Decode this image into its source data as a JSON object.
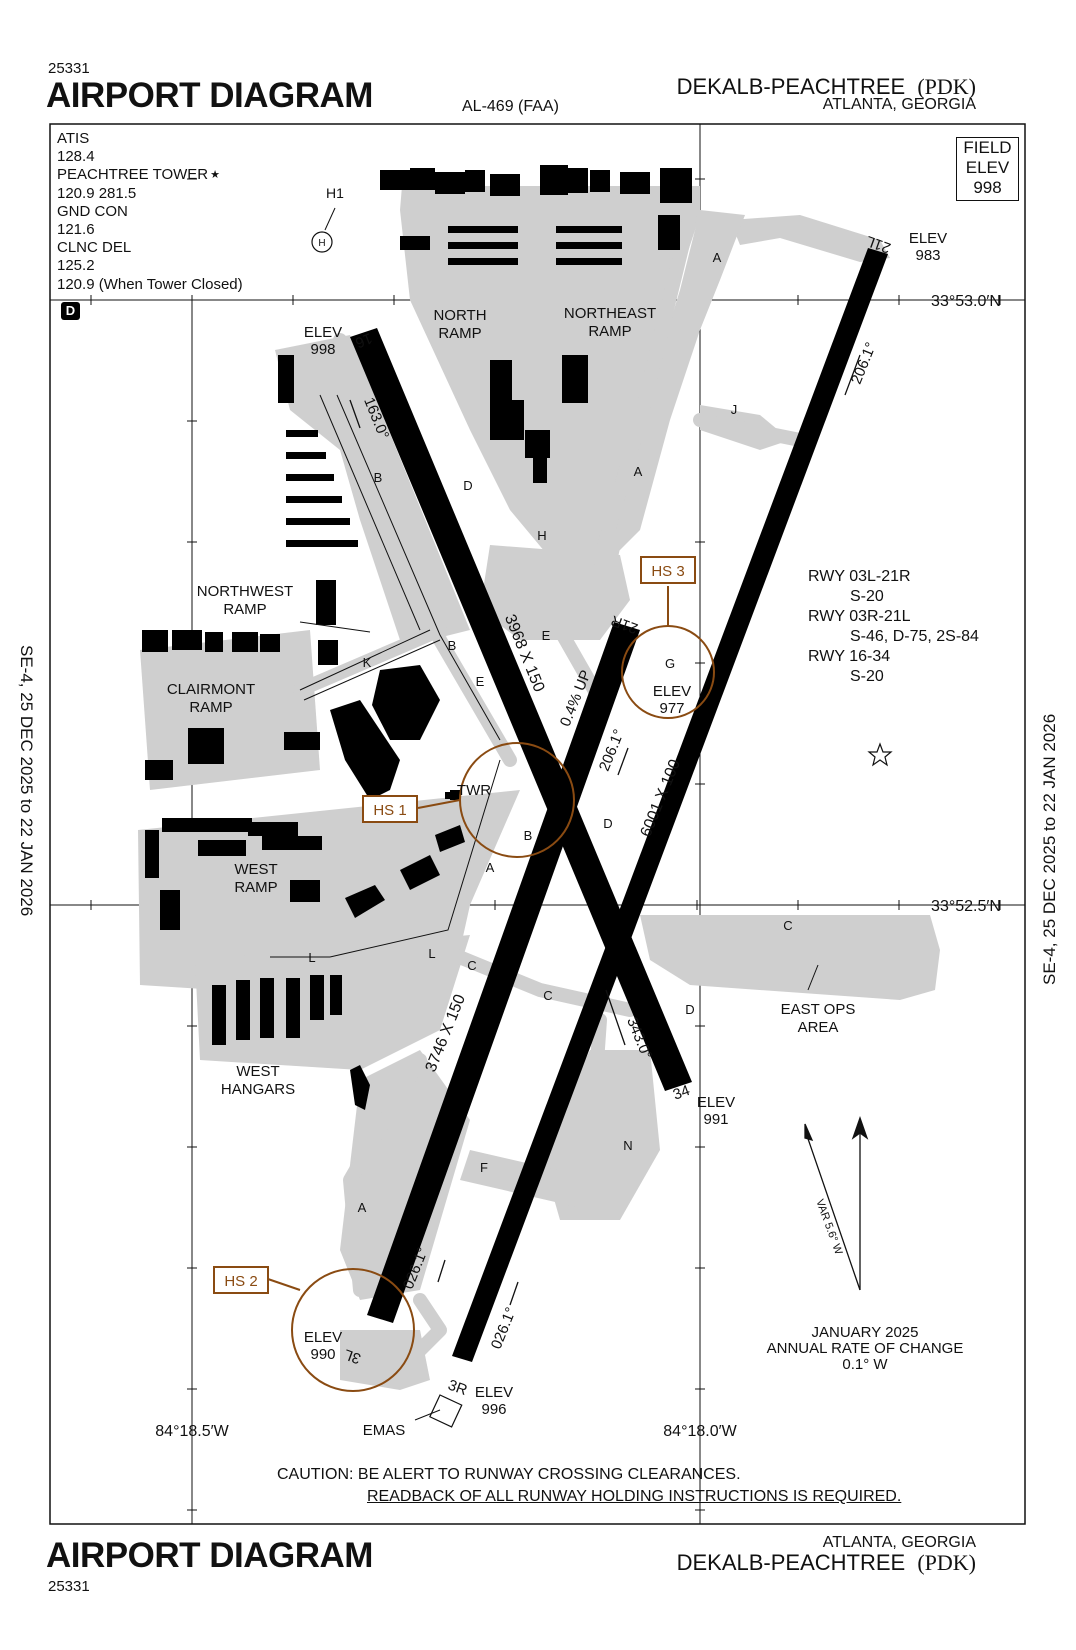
{
  "header": {
    "chart_number": "25331",
    "title": "AIRPORT DIAGRAM",
    "airport_name": "DEKALB-PEACHTREE",
    "airport_id": "(PDK)",
    "city": "ATLANTA, GEORGIA",
    "procedure_id": "AL-469 (FAA)"
  },
  "footer": {
    "chart_number": "25331",
    "title": "AIRPORT DIAGRAM",
    "airport_name": "DEKALB-PEACHTREE",
    "airport_id": "(PDK)",
    "city": "ATLANTA, GEORGIA"
  },
  "validity": {
    "left": "SE-4, 25 DEC 2025  to  22 JAN 2026",
    "right": "SE-4, 25 DEC 2025  to  22 JAN 2026"
  },
  "frequencies": {
    "lines": [
      "ATIS",
      "128.4",
      "PEACHTREE TOWER",
      "120.9  281.5",
      "GND CON",
      "121.6",
      "CLNC DEL",
      "125.2",
      "120.9 (When Tower Closed)"
    ],
    "tower_star": "★",
    "dme_badge": "D"
  },
  "field_elev": {
    "label1": "FIELD",
    "label2": "ELEV",
    "value": "998"
  },
  "coordinates": {
    "lat_north": "33°53.0′N",
    "lat_south": "33°52.5′N",
    "lon_west": "84°18.5′W",
    "lon_east": "84°18.0′W"
  },
  "runways": {
    "r16": {
      "label": "16",
      "elev_label": "ELEV",
      "elev": "998",
      "heading": "163.0°",
      "dims": "3968 X 150"
    },
    "r34": {
      "label": "34",
      "elev_label": "ELEV",
      "elev": "991",
      "heading": "343.0°"
    },
    "r21l": {
      "label": "21L",
      "elev_label": "ELEV",
      "elev": "983",
      "heading": "206.1°",
      "dims": "6001 X 100"
    },
    "r3r": {
      "label": "3R",
      "elev_label": "ELEV",
      "elev": "996",
      "heading": "026.1°"
    },
    "r21r": {
      "label": "21R",
      "elev_label": "ELEV",
      "elev": "977",
      "heading": "206.1°",
      "slope": "0.4% UP"
    },
    "r3l": {
      "label": "3L",
      "elev_label": "ELEV",
      "elev": "990",
      "heading": "026.1°",
      "dims": "3746 X 150"
    }
  },
  "strength": {
    "lines": [
      "RWY 03L-21R",
      "S-20",
      "RWY 03R-21L",
      "S-46, D-75, 2S-84",
      "RWY 16-34",
      "S-20"
    ]
  },
  "taxiways": [
    "A",
    "B",
    "C",
    "D",
    "E",
    "F",
    "G",
    "H",
    "J",
    "K",
    "L",
    "N"
  ],
  "areas": {
    "north_ramp": [
      "NORTH",
      "RAMP"
    ],
    "northeast_ramp": [
      "NORTHEAST",
      "RAMP"
    ],
    "northwest_ramp": [
      "NORTHWEST",
      "RAMP"
    ],
    "clairmont_ramp": [
      "CLAIRMONT",
      "RAMP"
    ],
    "west_ramp": [
      "WEST",
      "RAMP"
    ],
    "west_hangars": [
      "WEST",
      "HANGARS"
    ],
    "east_ops": [
      "EAST OPS",
      "AREA"
    ],
    "tower": "TWR",
    "heliport": "H1",
    "heliport_symbol": "H",
    "emas": "EMAS"
  },
  "hot_spots": [
    "HS 1",
    "HS 2",
    "HS 3"
  ],
  "magnetic": {
    "variation": "VAR 5.6° W",
    "line1": "JANUARY 2025",
    "line2": "ANNUAL RATE OF CHANGE",
    "line3": "0.1° W"
  },
  "caution": {
    "line1": "CAUTION: BE ALERT TO RUNWAY CROSSING CLEARANCES.",
    "line2": "READBACK OF ALL RUNWAY HOLDING INSTRUCTIONS IS REQUIRED."
  },
  "colors": {
    "hot_spot": "#8a4b12",
    "pavement": "#cfcfcf",
    "runway": "#000000"
  }
}
